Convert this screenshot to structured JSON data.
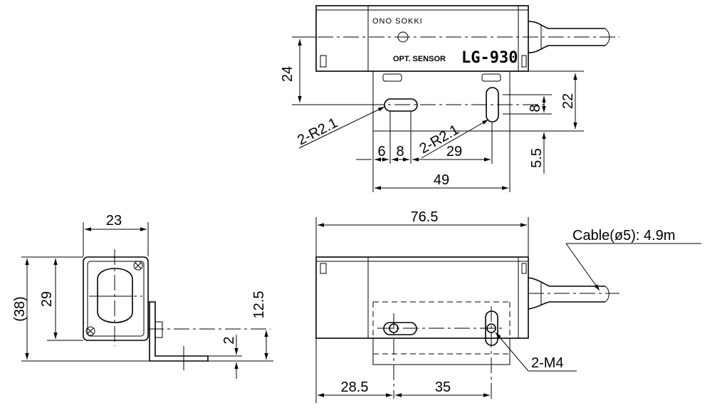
{
  "product": {
    "brand": "ONO SOKKI",
    "model": "LG-930",
    "sensor_label": "OPT. SENSOR"
  },
  "dimensions": {
    "top_height": "24",
    "top_slot_spacing_right": "22",
    "top_slot_height": "8",
    "top_slot_offset": "5.5",
    "top_radius_left": "2-R2.1",
    "top_radius_right": "2-R2.1",
    "top_edge": "6",
    "top_slot_width": "8",
    "top_slot_span": "29",
    "top_bracket_width": "49",
    "side_width": "23",
    "side_height": "29",
    "side_total_height": "(38)",
    "side_bracket_height": "12.5",
    "side_plate_thickness": "2",
    "front_length": "76.5",
    "front_hole_offset": "28.5",
    "front_hole_spacing": "35",
    "front_screws": "2-M4",
    "cable": "Cable(ø5): 4.9m"
  }
}
